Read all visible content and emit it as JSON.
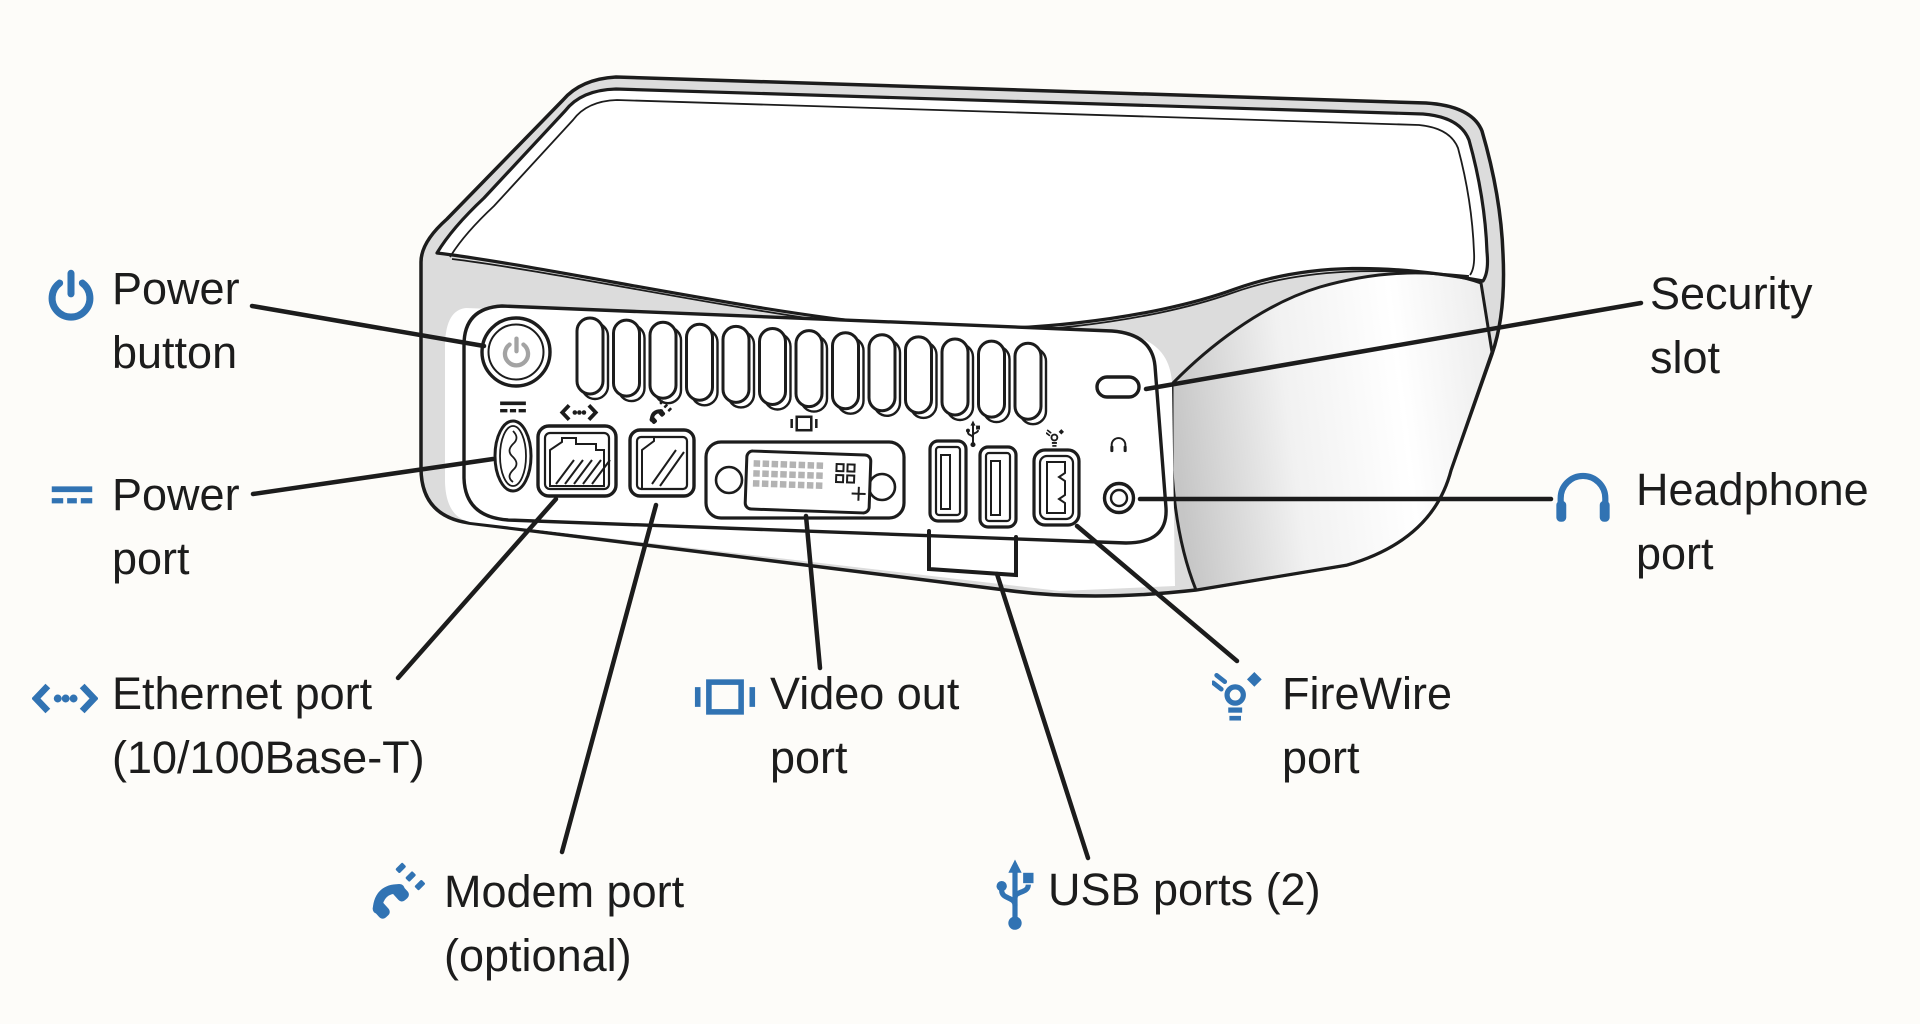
{
  "colors": {
    "accent_blue": "#3173b3",
    "ink": "#1c1c1c",
    "body_gray": "#dcdcdc",
    "page_bg": "#fdfcf9",
    "power_glyph_gray": "#a3a3a3",
    "pin_gray": "#b3b3b3"
  },
  "labels": {
    "power_button": {
      "line1": "Power",
      "line2": "button",
      "icon": "power-icon"
    },
    "power_port": {
      "line1": "Power",
      "line2": "port",
      "icon": "dc-power-icon"
    },
    "ethernet_port": {
      "line1": "Ethernet port",
      "line2": "(10/100Base-T)",
      "icon": "ethernet-icon"
    },
    "modem_port": {
      "line1": "Modem port",
      "line2": "(optional)",
      "icon": "modem-phone-icon"
    },
    "video_out_port": {
      "line1": "Video out",
      "line2": "port",
      "icon": "video-display-icon"
    },
    "usb_ports": {
      "line1": "USB ports (2)",
      "icon": "usb-icon"
    },
    "firewire_port": {
      "line1": "FireWire",
      "line2": "port",
      "icon": "firewire-icon"
    },
    "security_slot": {
      "line1": "Security",
      "line2": "slot"
    },
    "headphone_port": {
      "line1": "Headphone",
      "line2": "port",
      "icon": "headphones-icon"
    }
  }
}
